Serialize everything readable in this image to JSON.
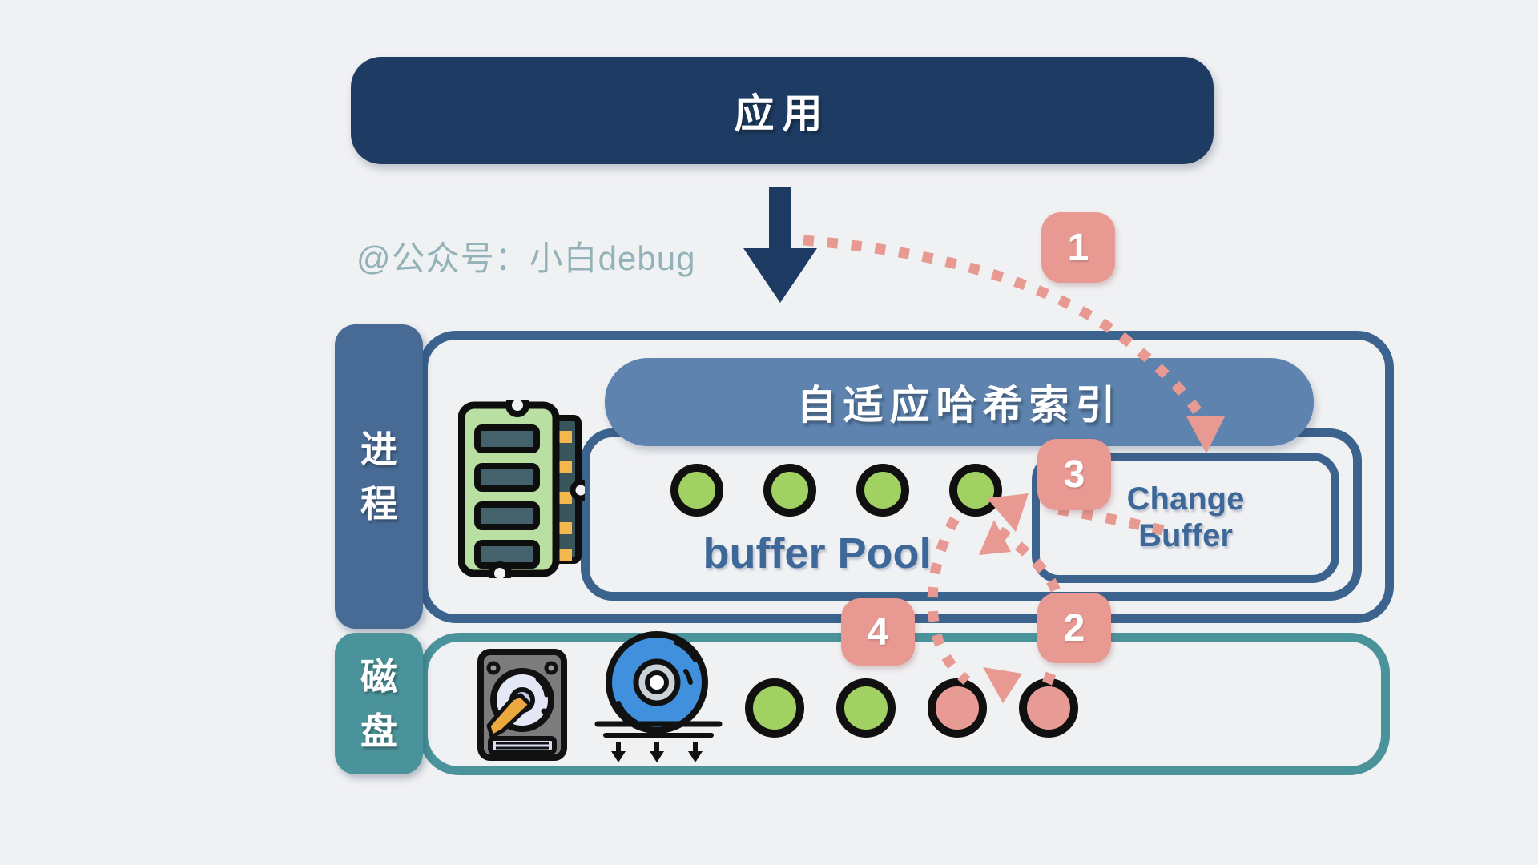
{
  "app": {
    "title": "应用"
  },
  "watermark": {
    "text": "@公众号：小白debug"
  },
  "process": {
    "chars": [
      "进",
      "程"
    ]
  },
  "adaptive_hash_index": {
    "title": "自适应哈希索引"
  },
  "buffer_pool": {
    "title": "buffer Pool",
    "pages": [
      "green",
      "green",
      "green",
      "green"
    ]
  },
  "change_buffer": {
    "line1": "Change",
    "line2": "Buffer"
  },
  "disk": {
    "chars": [
      "磁",
      "盘"
    ],
    "pages": [
      "green",
      "green",
      "pink",
      "pink"
    ]
  },
  "badges": {
    "b1": "1",
    "b2": "2",
    "b3": "3",
    "b4": "4"
  },
  "colors": {
    "navy": "#1e3c63",
    "steel_border": "#3b638e",
    "process_tab": "#486b96",
    "header_fill": "#5d83ae",
    "teal": "#4a939b",
    "salmon": "#e89a92",
    "label_blue": "#3f689a",
    "page_green": "#a2d163",
    "page_pink": "#e89b94",
    "background": "#f0f1f3",
    "watermark": "#93b3b8"
  }
}
